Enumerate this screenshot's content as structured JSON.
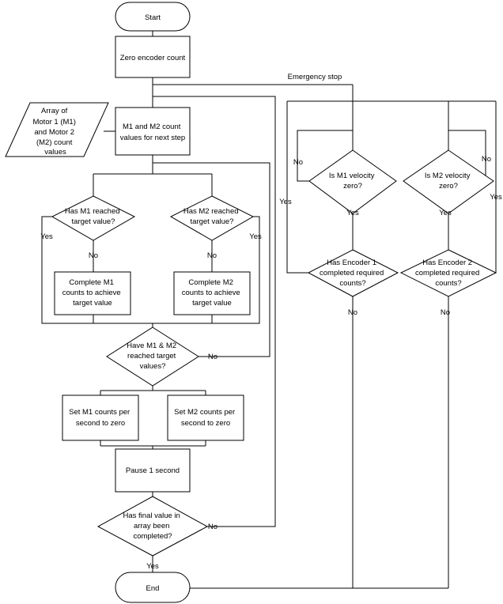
{
  "nodes": {
    "start": "Start",
    "zero": "Zero encoder count",
    "array": [
      "Array of",
      "Motor 1 (M1)",
      "and Motor 2",
      "(M2) count",
      "values"
    ],
    "m1m2count": [
      "M1 and M2 count",
      "values for next step"
    ],
    "m1reached": [
      "Has M1 reached",
      "target value?"
    ],
    "m2reached": [
      "Has M2 reached",
      "target value?"
    ],
    "complete_m1": [
      "Complete M1",
      "counts to achieve",
      "target value"
    ],
    "complete_m2": [
      "Complete M2",
      "counts to achieve",
      "target value"
    ],
    "both_reached": [
      "Have M1 & M2",
      "reached target",
      "values?"
    ],
    "set_m1": [
      "Set M1 counts per",
      "second to zero"
    ],
    "set_m2": [
      "Set M2 counts per",
      "second to zero"
    ],
    "pause": "Pause 1 second",
    "final": [
      "Has final value in",
      "array been",
      "completed?"
    ],
    "end": "End",
    "emergency": "Emergency stop",
    "m1vel": [
      "Is M1 velocity",
      "zero?"
    ],
    "m2vel": [
      "Is M2 velocity",
      "zero?"
    ],
    "enc1": [
      "Has Encoder 1",
      "completed required",
      "counts?"
    ],
    "enc2": [
      "Has Encoder 2",
      "completed required",
      "counts?"
    ]
  },
  "labels": {
    "yes": "Yes",
    "no": "No"
  }
}
